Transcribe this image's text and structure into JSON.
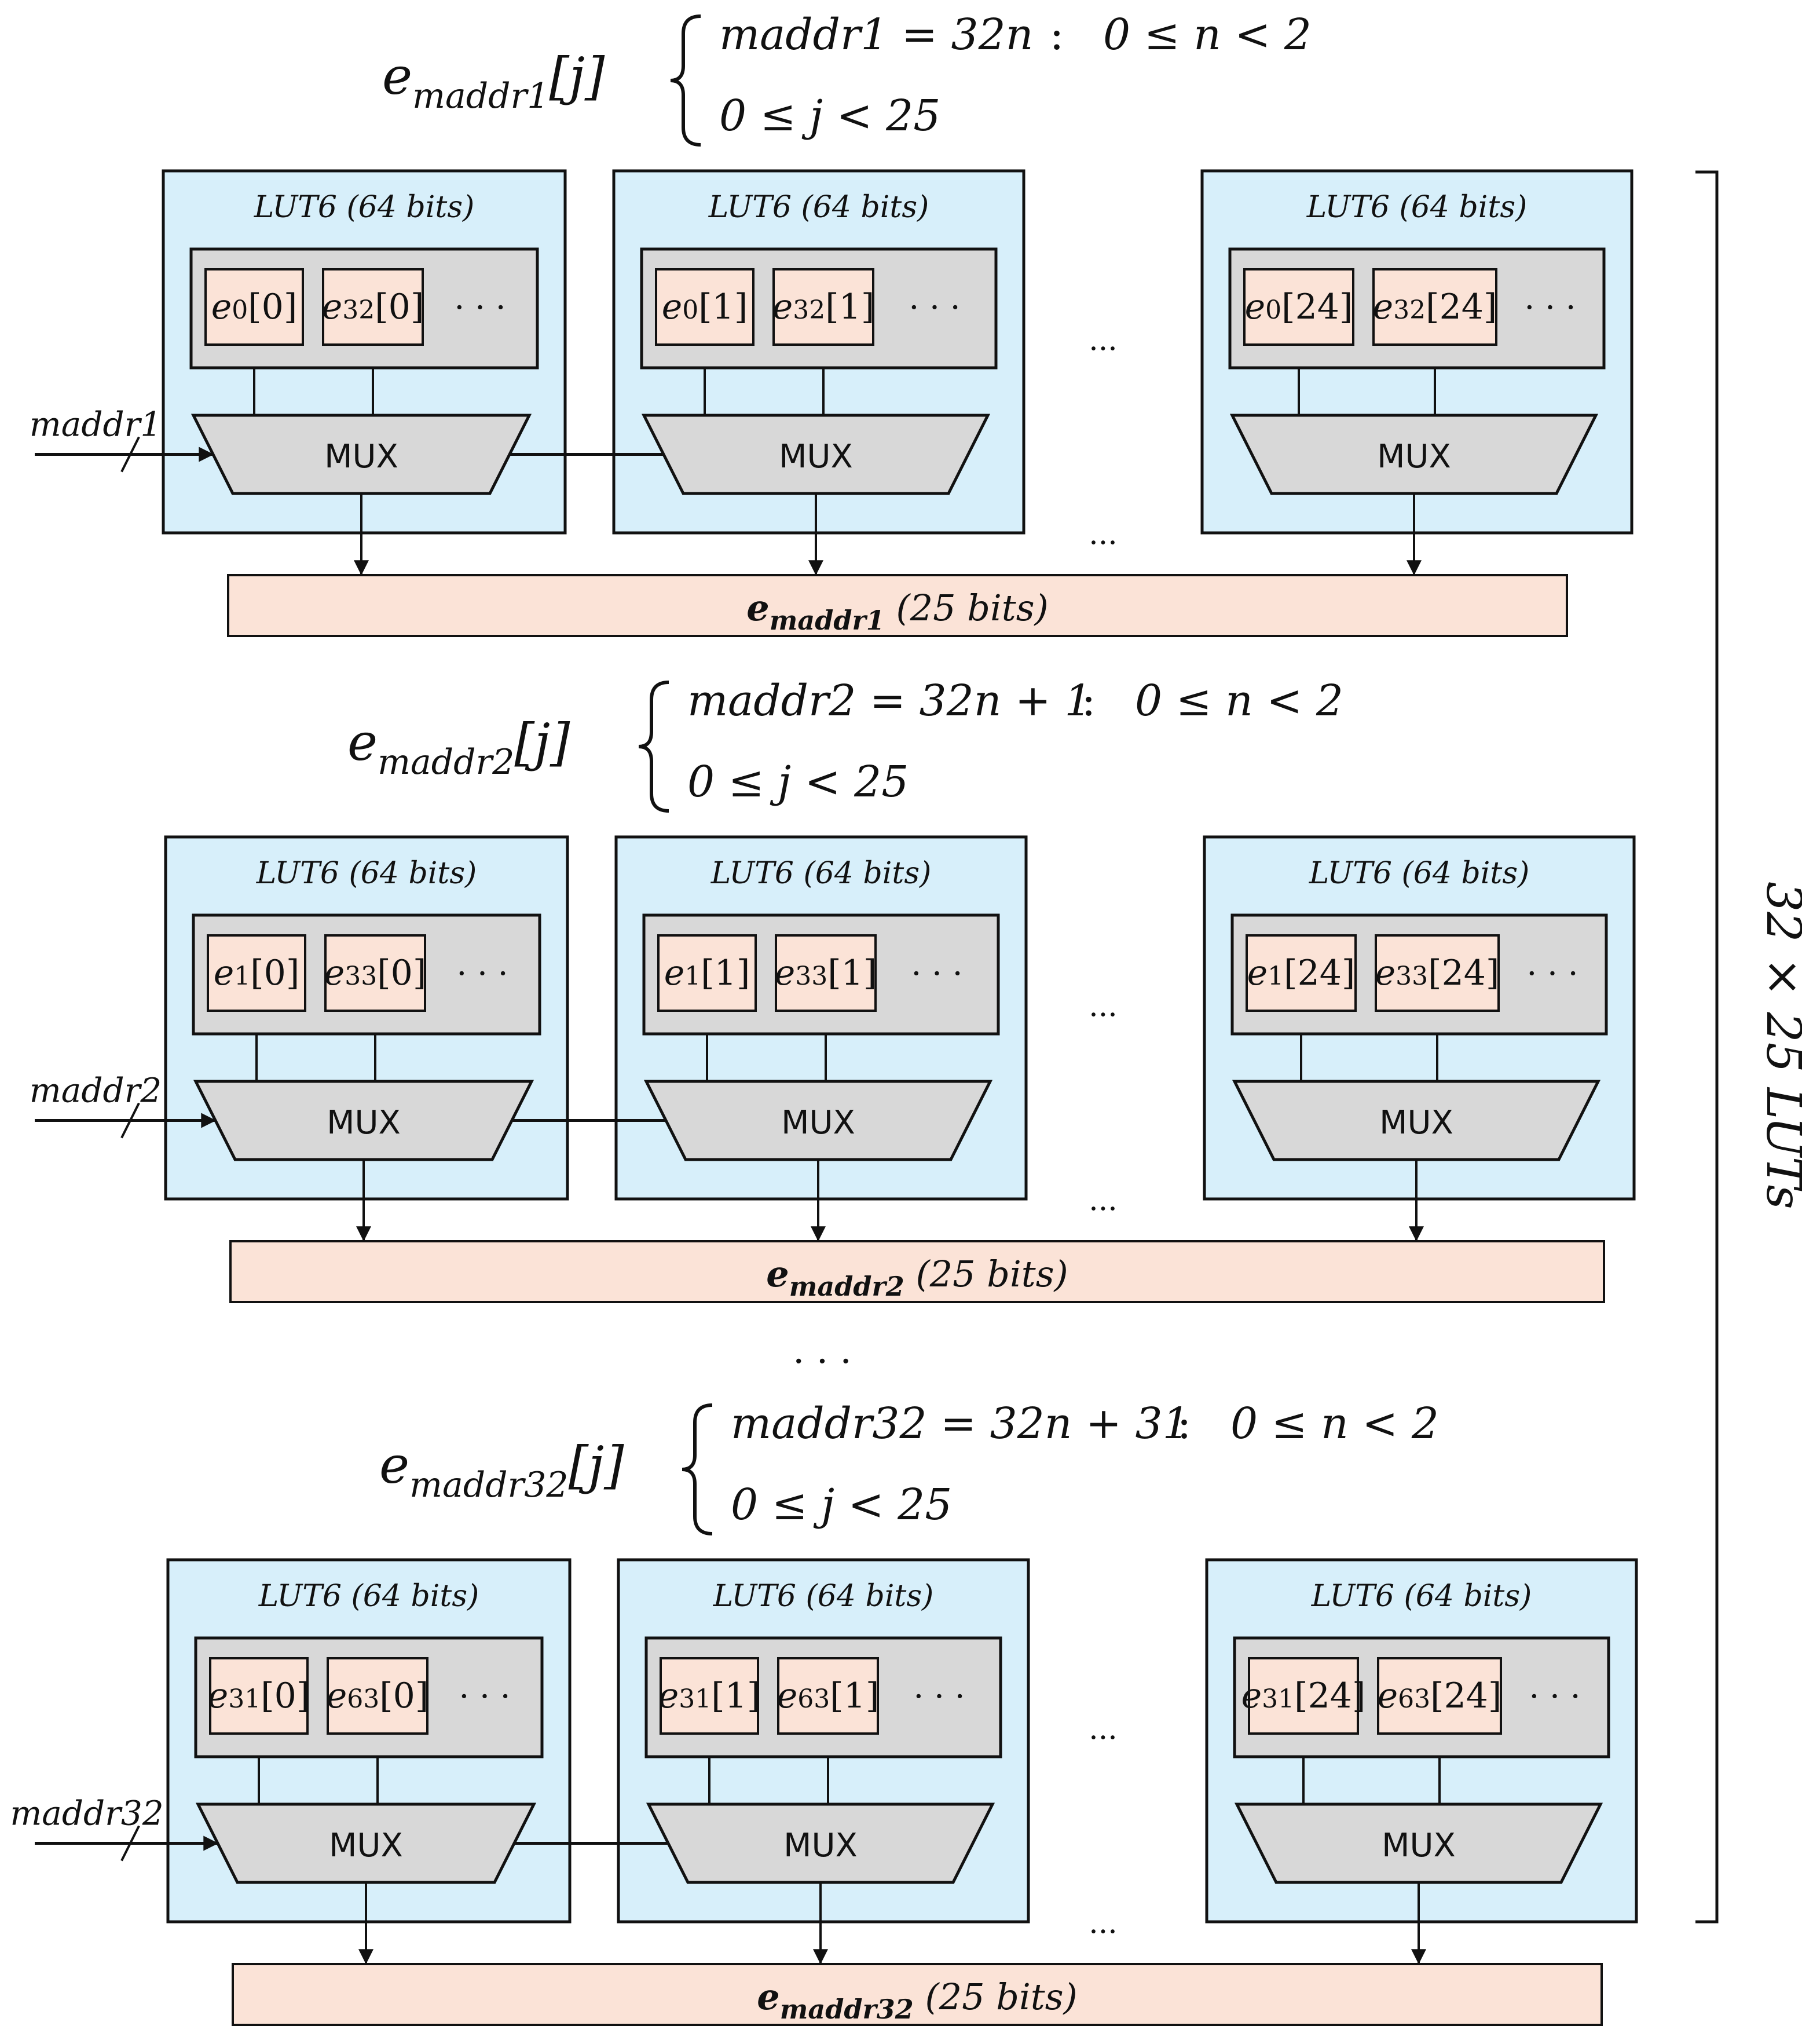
{
  "colors": {
    "lut_fill": "#d7effa",
    "gray_fill": "#d8d8d8",
    "peach_fill": "#fbe3d7",
    "stroke": "#111111"
  },
  "ellipsis": "···",
  "ellipsis_wide": "· · ·",
  "mux_label": "MUX",
  "lut_label_name": "LUT6",
  "lut_label_bits": "(64 bits)",
  "output_bits": "(25 bits)",
  "side_label": "32 × 25 LUTs",
  "groups": [
    {
      "addr_name": "maddr1",
      "input_label": "maddr1",
      "eq_main": "maddr1 = 32n",
      "eq_cond": "0 ≤ n < 2",
      "eq_j": "0 ≤ j < 25",
      "luts": [
        {
          "cells": [
            {
              "base": "e",
              "sub": "0",
              "idx": "[0]"
            },
            {
              "base": "e",
              "sub": "32",
              "idx": "[0]"
            }
          ]
        },
        {
          "cells": [
            {
              "base": "e",
              "sub": "0",
              "idx": "[1]"
            },
            {
              "base": "e",
              "sub": "32",
              "idx": "[1]"
            }
          ]
        },
        {
          "cells": [
            {
              "base": "e",
              "sub": "0",
              "idx": "[24]"
            },
            {
              "base": "e",
              "sub": "32",
              "idx": "[24]"
            }
          ]
        }
      ]
    },
    {
      "addr_name": "maddr2",
      "input_label": "maddr2",
      "eq_main": "maddr2 = 32n + 1",
      "eq_cond": "0 ≤ n < 2",
      "eq_j": "0 ≤ j < 25",
      "luts": [
        {
          "cells": [
            {
              "base": "e",
              "sub": "1",
              "idx": "[0]"
            },
            {
              "base": "e",
              "sub": "33",
              "idx": "[0]"
            }
          ]
        },
        {
          "cells": [
            {
              "base": "e",
              "sub": "1",
              "idx": "[1]"
            },
            {
              "base": "e",
              "sub": "33",
              "idx": "[1]"
            }
          ]
        },
        {
          "cells": [
            {
              "base": "e",
              "sub": "1",
              "idx": "[24]"
            },
            {
              "base": "e",
              "sub": "33",
              "idx": "[24]"
            }
          ]
        }
      ]
    },
    {
      "addr_name": "maddr32",
      "input_label": "maddr32",
      "eq_main": "maddr32 = 32n + 31",
      "eq_cond": "0 ≤ n < 2",
      "eq_j": "0 ≤ j < 25",
      "luts": [
        {
          "cells": [
            {
              "base": "e",
              "sub": "31",
              "idx": "[0]"
            },
            {
              "base": "e",
              "sub": "63",
              "idx": "[0]"
            }
          ]
        },
        {
          "cells": [
            {
              "base": "e",
              "sub": "31",
              "idx": "[1]"
            },
            {
              "base": "e",
              "sub": "63",
              "idx": "[1]"
            }
          ]
        },
        {
          "cells": [
            {
              "base": "e",
              "sub": "31",
              "idx": "[24]"
            },
            {
              "base": "e",
              "sub": "63",
              "idx": "[24]"
            }
          ]
        }
      ]
    }
  ]
}
